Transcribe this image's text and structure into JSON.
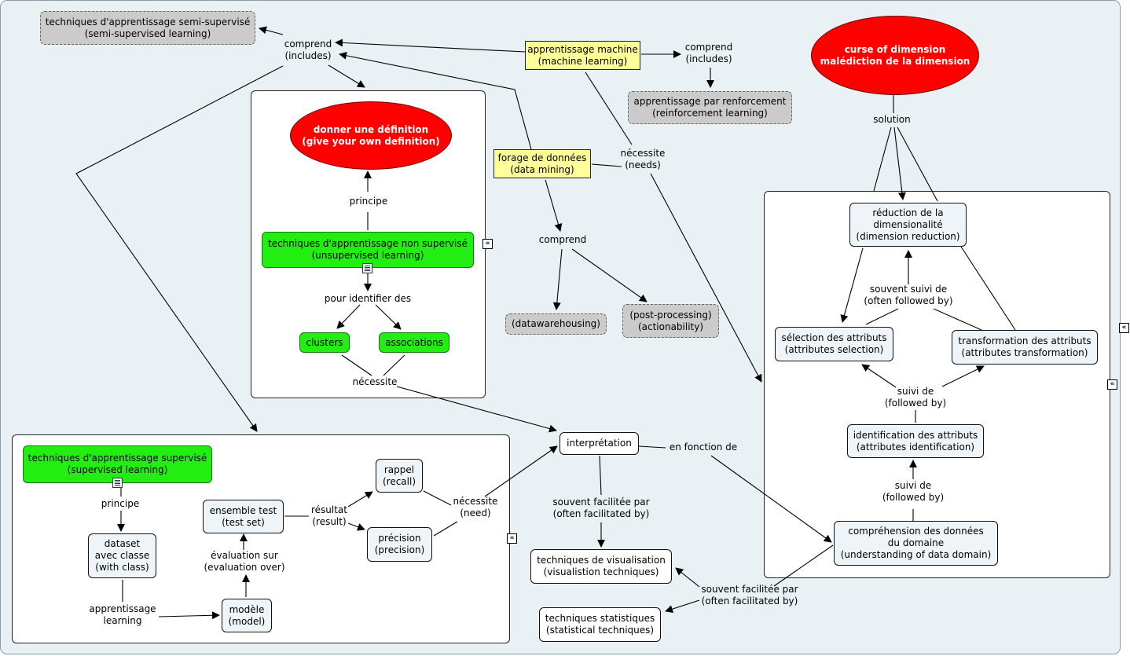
{
  "nodes": {
    "semi_supervised": "techniques d'apprentissage semi-supervisé\n(semi-supervised learning)",
    "machine_learning": "apprentissage machine\n(machine learning)",
    "curse_dimension": "curse of dimension\nmalédiction de la dimension",
    "reinforcement": "apprentissage par renforcement\n(reinforcement learning)",
    "give_definition": "donner une définition\n(give your own definition)",
    "data_mining": "forage de données\n(data mining)",
    "unsupervised": "techniques d'apprentissage non supervisé\n(unsupervised learning)",
    "clusters": "clusters",
    "associations": "associations",
    "datawarehousing": "(datawarehousing)",
    "post_processing": "(post-processing)\n(actionability)",
    "dimension_reduction": "réduction de la\ndimensionalité\n(dimension reduction)",
    "attr_selection": "sélection des attributs\n(attributes selection)",
    "attr_transformation": "transformation des attributs\n(attributes transformation)",
    "attr_identification": "identification des attributs\n(attributes identification)",
    "data_domain": "compréhension des données\ndu domaine\n(understanding of data domain)",
    "interpretation": "interprétation",
    "supervised": "techniques d'apprentissage supervisé\n(supervised learning)",
    "recall": "rappel\n(recall)",
    "test_set": "ensemble test\n(test set)",
    "precision": "précision\n(precision)",
    "dataset": "dataset\navec classe\n(with class)",
    "model": "modèle\n(model)",
    "visualisation": "techniques de visualisation\n(visualistion techniques)",
    "statistical": "techniques statistiques\n(statistical techniques)"
  },
  "links": {
    "comprend_includes_left": "comprend\n(includes)",
    "comprend_includes_right": "comprend\n(includes)",
    "solution": "solution",
    "necessite_needs": "nécessite\n(needs)",
    "principe_top": "principe",
    "comprend_mid": "comprend",
    "pour_identifier": "pour identifier des",
    "necessite_mid": "nécessite",
    "souvent_suivi": "souvent suivi de\n(often followed by)",
    "suivi_de_1": "suivi de\n(followed by)",
    "suivi_de_2": "suivi de\n(followed by)",
    "en_fonction": "en fonction de",
    "principe_bottom": "principe",
    "resultat": "résultat\n(result)",
    "necessite_need": "nécessite\n(need)",
    "evaluation": "évaluation sur\n(evaluation over)",
    "apprentissage_learning": "apprentissage\nlearning",
    "facilitated_1": "souvent facilitée par\n(often facilitated by)",
    "facilitated_2": "souvent facilitée par\n(often facilitated by)"
  },
  "icons": {
    "doc": "document-icon",
    "collapse": "collapse-icon"
  },
  "colors": {
    "background": "#e9f1f4",
    "concept_green": "#22ee11",
    "concept_yellow": "#ffff9a",
    "concept_red": "#ff0000",
    "concept_grey": "#cbcbcb"
  }
}
